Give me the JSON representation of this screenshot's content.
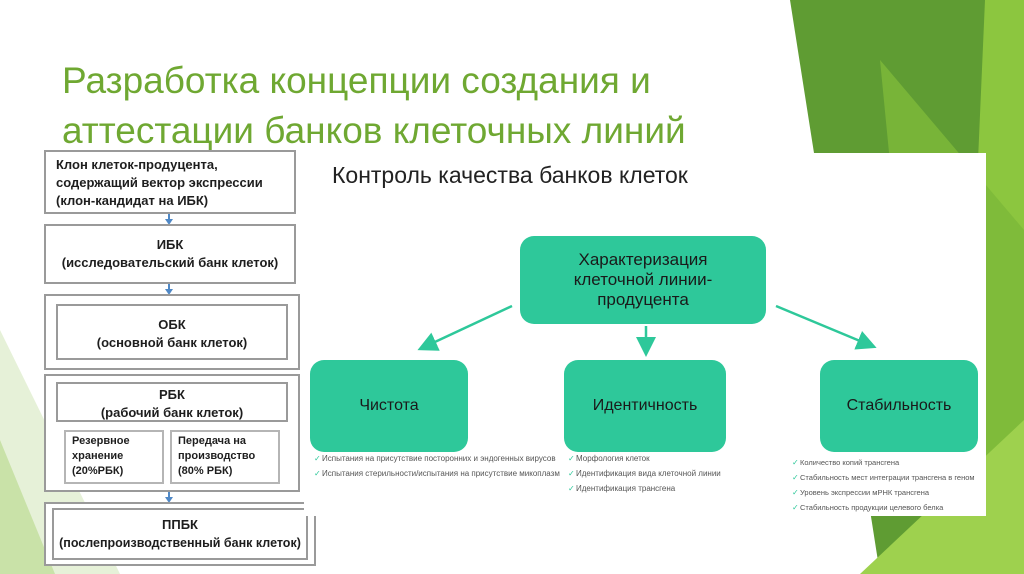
{
  "slide": {
    "title_lines": [
      "Разработка концепции создания и",
      "аттестации банков клеточных линий"
    ],
    "accent_color": "#6fa832"
  },
  "flow": {
    "clone": [
      "Клон клеток-продуцента,",
      "содержащий вектор экспрессии",
      "(клон-кандидат на ИБК)"
    ],
    "ibk": [
      "ИБК",
      "(исследовательский банк клеток)"
    ],
    "obk": [
      "ОБК",
      "(основной банк клеток)"
    ],
    "rbk": [
      "РБК",
      "(рабочий банк клеток)"
    ],
    "reserve": [
      "Резервное",
      "хранение",
      "(20%РБК)"
    ],
    "transfer": [
      "Передача на",
      "производство",
      "(80% РБК)"
    ],
    "ppbk": [
      "ППБК",
      "(послепроизводственный банк клеток)"
    ]
  },
  "quality": {
    "title": "Контроль качества банков клеток",
    "center": [
      "Характеризация",
      "клеточной линии-",
      "продуцента"
    ],
    "purity": {
      "label": "Чистота",
      "items": [
        "Испытания на присутствие посторонних и эндогенных вирусов",
        "Испытания стерильности/испытания на присутствие микоплазм"
      ]
    },
    "identity": {
      "label": "Идентичность",
      "items": [
        "Морфология клеток",
        "Идентификация вида клеточной линии",
        "Идентификация трансгена"
      ]
    },
    "stability": {
      "label": "Стабильность",
      "items": [
        "Количество копий трансгена",
        "Стабильность мест интеграции трансгена в геном",
        "Уровень экспрессии мРНК трансгена",
        "Стабильность продукции целевого белка"
      ]
    },
    "box_color": "#2ec89a"
  }
}
